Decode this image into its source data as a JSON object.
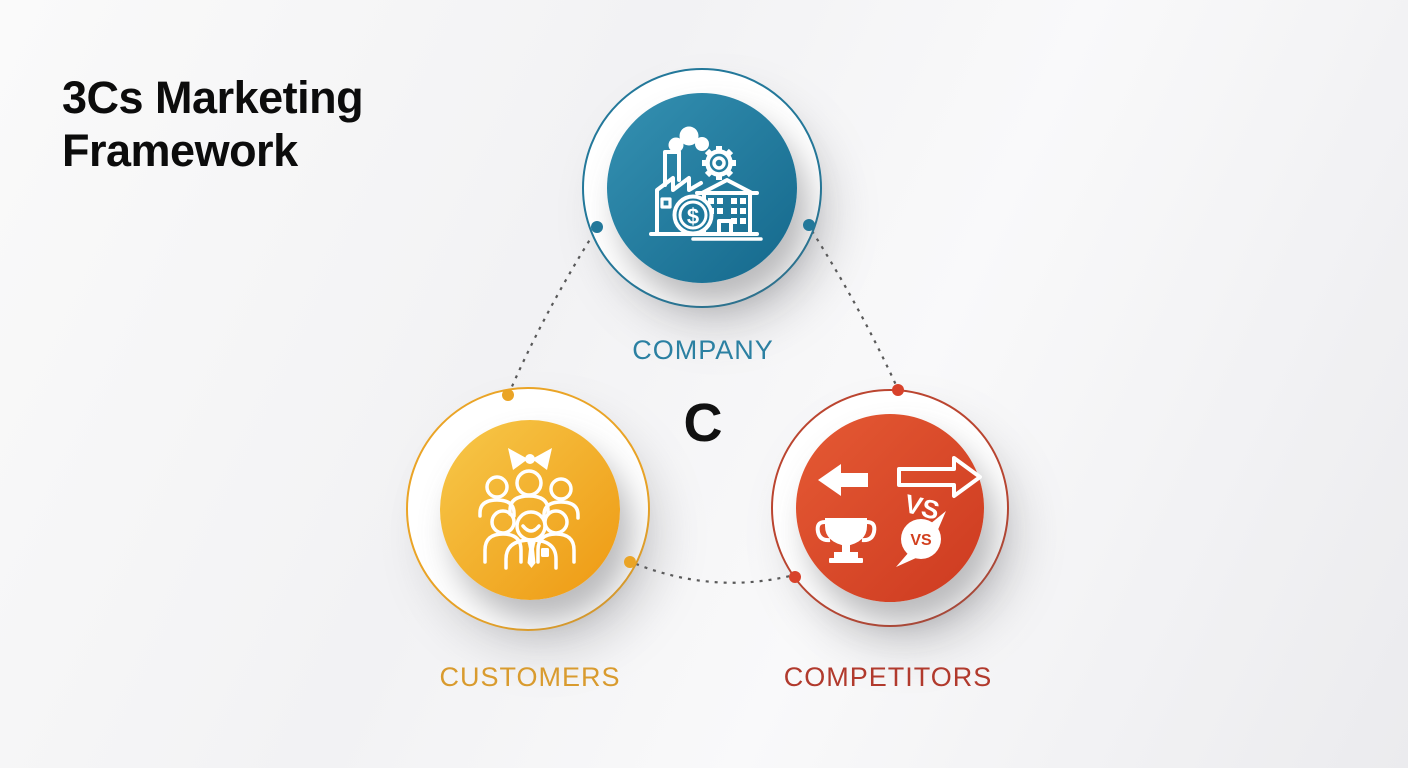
{
  "title": "3Cs Marketing\nFramework",
  "center_letter": "C",
  "diagram": {
    "type": "3c-triad-diagram",
    "connector_style": "dashed-curves",
    "nodes": [
      {
        "id": "company",
        "label": "COMPANY",
        "icon": "factory-icon",
        "accent": "#1f7ea3"
      },
      {
        "id": "customers",
        "label": "CUSTOMERS",
        "icon": "customers-group-icon",
        "accent": "#efa51f"
      },
      {
        "id": "competitors",
        "label": "COMPETITORS",
        "icon": "competition-vs-icon",
        "accent": "#d8452b"
      }
    ]
  },
  "icon_text": {
    "coin_symbol": "$",
    "vs_center": "VS",
    "vs_bubble": "VS"
  },
  "colors": {
    "title": "#0c0c0c",
    "center_letter": "#111111",
    "connector": "#3d3d3d",
    "company_fill_light": "#3591b2",
    "company_fill_dark": "#14688c",
    "company_ring": "#23789a",
    "company_label": "#2b80a2",
    "customers_fill_light": "#f7c84a",
    "customers_fill_dark": "#ee9912",
    "customers_ring": "#eaa426",
    "customers_label": "#d99b2e",
    "competitors_fill_light": "#e55a34",
    "competitors_fill_dark": "#cd3a20",
    "competitors_ring": "#bb4530",
    "competitors_dot": "#d8422b",
    "competitors_label": "#b13a2d",
    "icon_stroke": "#ffffff"
  }
}
